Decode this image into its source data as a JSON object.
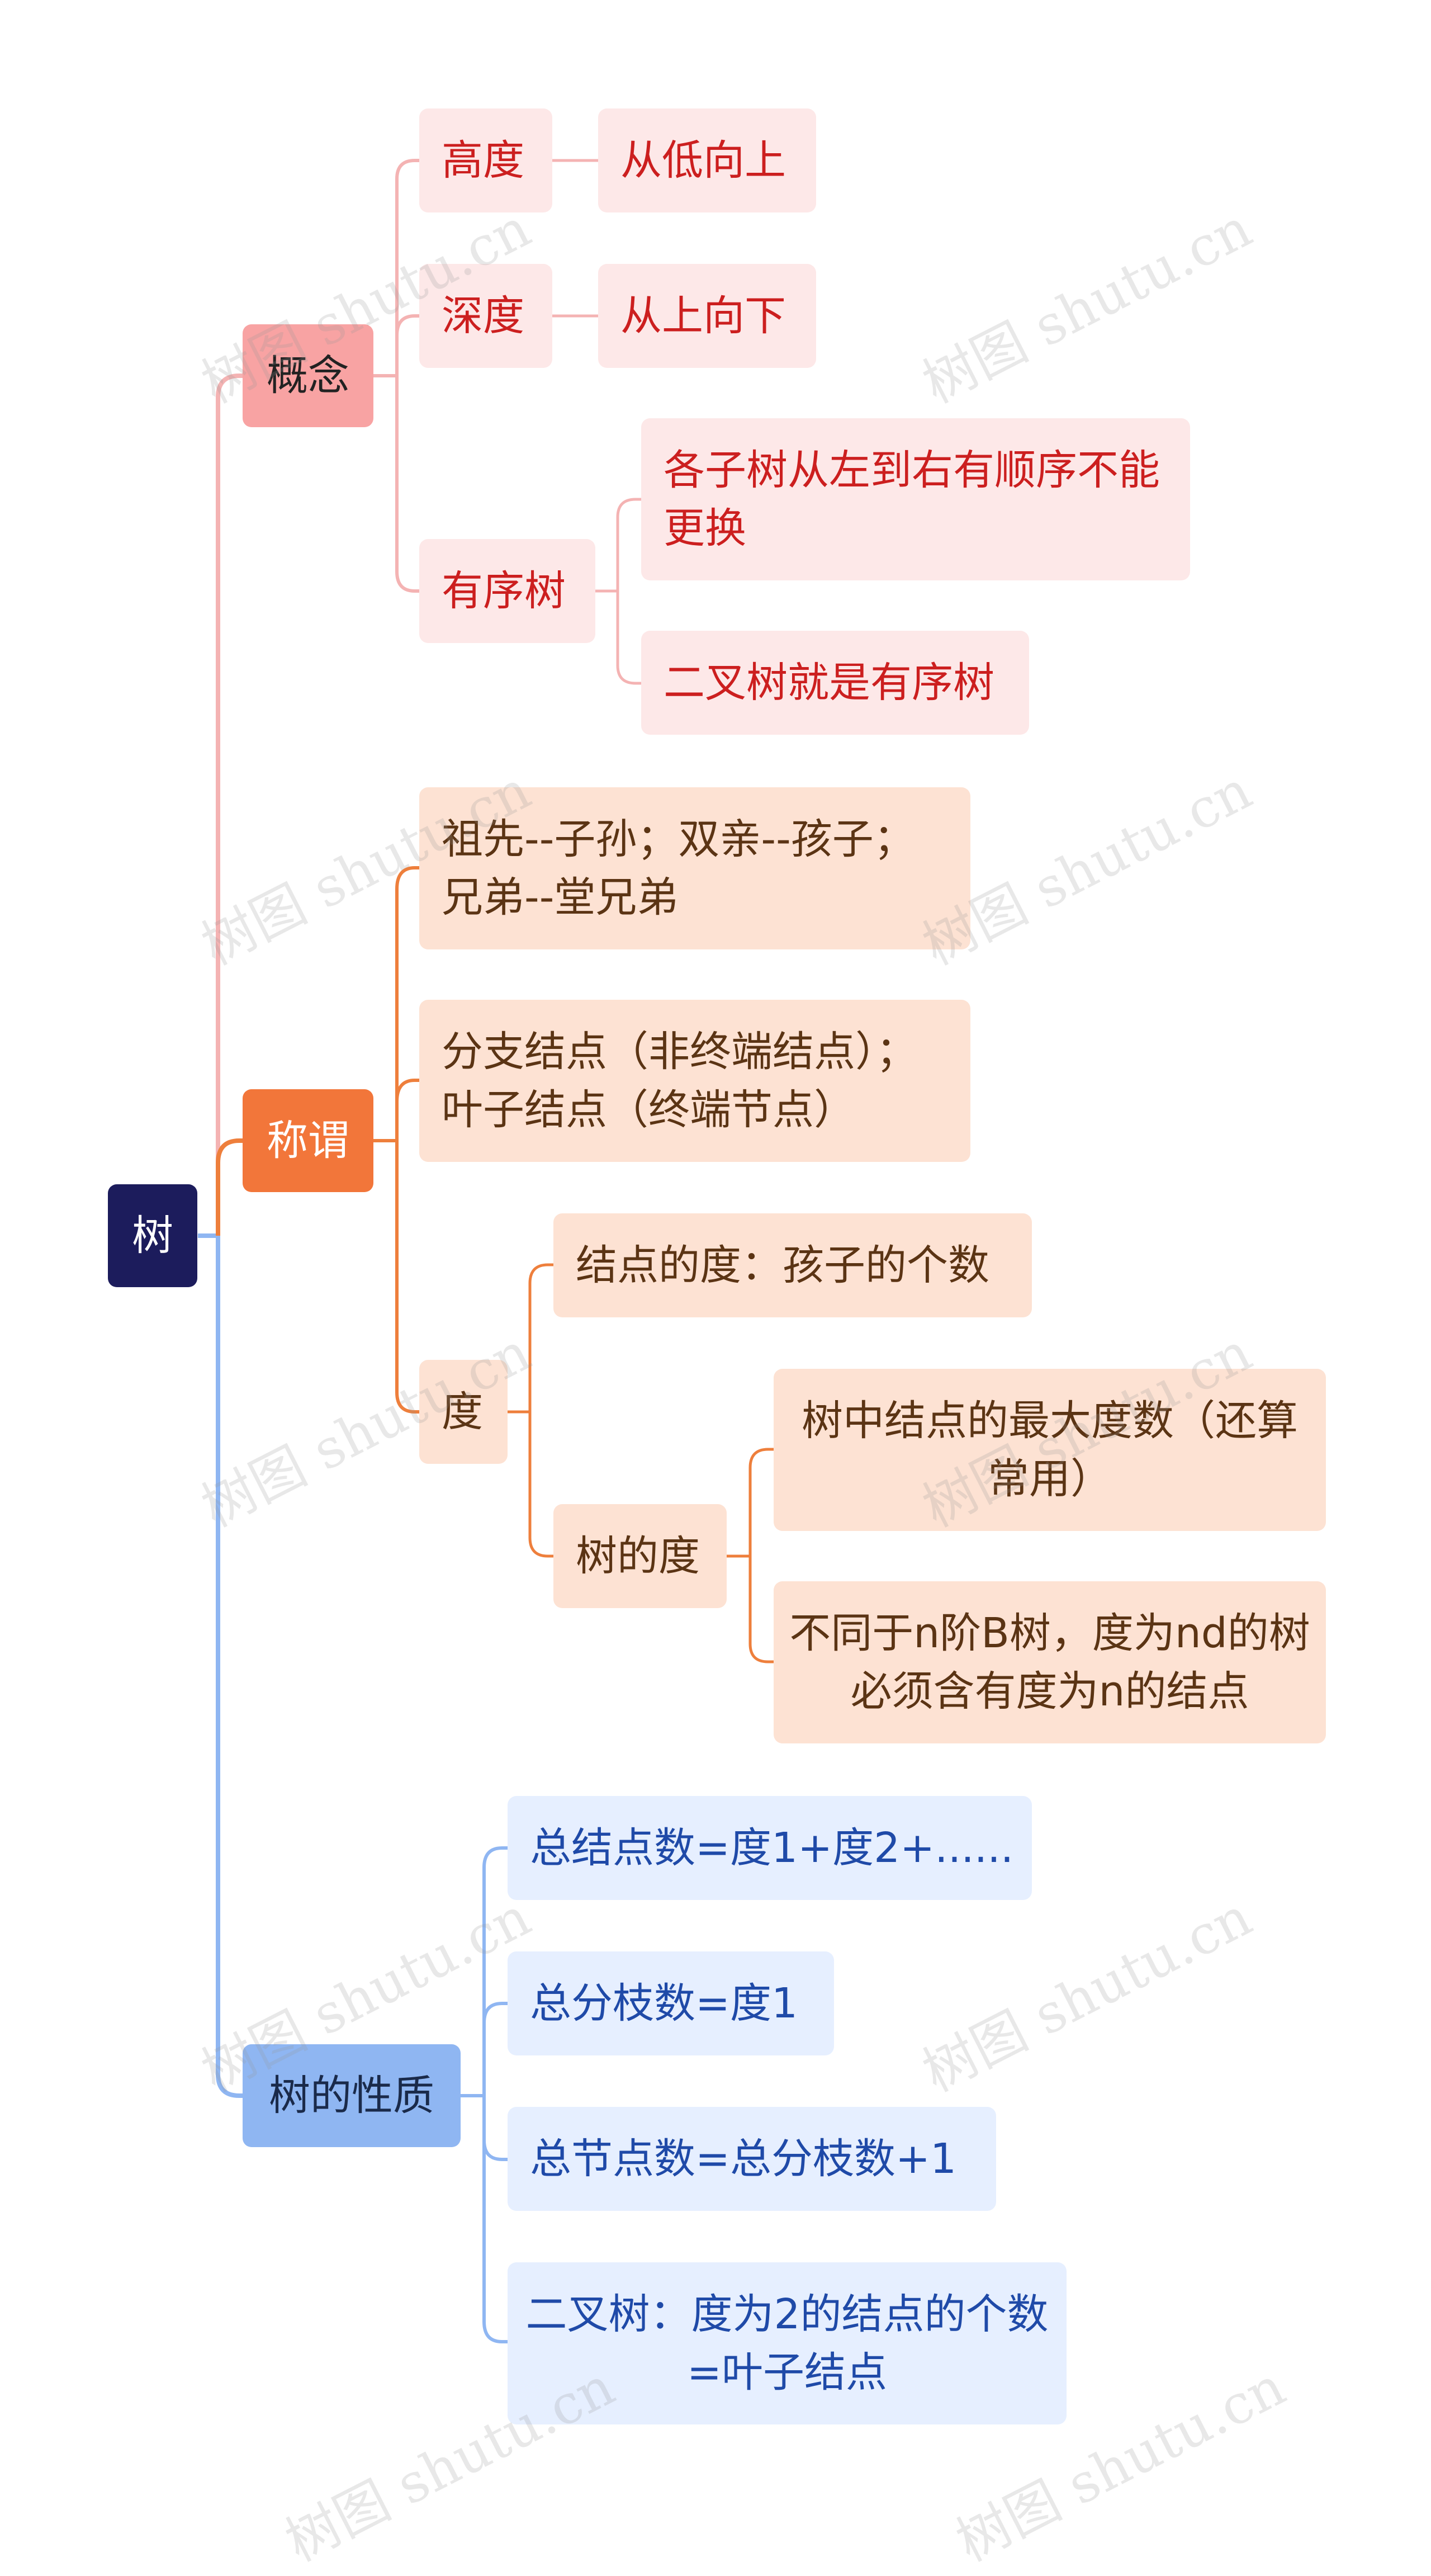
{
  "root": {
    "label": "树"
  },
  "branches": {
    "concept": {
      "label": "概念",
      "height": {
        "label": "高度",
        "detail": "从低向上"
      },
      "depth": {
        "label": "深度",
        "detail": "从上向下"
      },
      "ordered_tree": {
        "label": "有序树",
        "details": [
          "各子树从左到右有顺序不能更换",
          "二叉树就是有序树"
        ]
      }
    },
    "terms": {
      "label": "称谓",
      "items": [
        "祖先--子孙；双亲--孩子；兄弟--堂兄弟",
        "分支结点（非终端结点）；叶子结点（终端节点）"
      ],
      "degree": {
        "label": "度",
        "node_degree": "结点的度：孩子的个数",
        "tree_degree": {
          "label": "树的度",
          "details": [
            "树中结点的最大度数（还算常用）",
            "不同于n阶B树，度为nd的树必须含有度为n的结点"
          ]
        }
      }
    },
    "properties": {
      "label": "树的性质",
      "items": [
        "总结点数=度1+度2+......",
        "总分枝数=度1",
        "总节点数=总分枝数+1",
        "二叉树：度为2的结点的个数=叶子结点"
      ]
    }
  },
  "watermark": "树图 shutu.cn",
  "colors": {
    "root": "#1c1c5c",
    "red_branch": "#f8a3a3",
    "orange_branch": "#f2763a",
    "blue_branch": "#8fb6f2",
    "red_line": "#f4b3b3",
    "orange_line": "#ee7f3c",
    "blue_line": "#8fb6f2"
  }
}
